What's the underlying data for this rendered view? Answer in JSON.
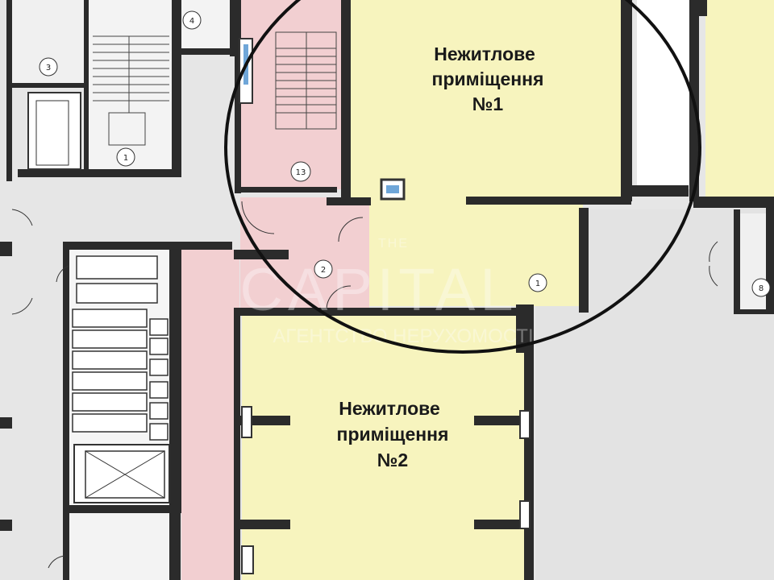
{
  "rooms": {
    "commercial_1": {
      "line1": "Нежитлове",
      "line2": "приміщення",
      "line3": "№1"
    },
    "commercial_2": {
      "line1": "Нежитлове",
      "line2": "приміщення",
      "line3": "№2"
    }
  },
  "room_numbers": {
    "n1_stair": "1",
    "n2_corridor": "2",
    "n3": "3",
    "n4": "4",
    "n8": "8",
    "n13": "13",
    "n1_unit": "1"
  },
  "watermark": {
    "line1": "THE",
    "line2": "CAPITAL",
    "line3": "АГЕНТСТВО НЕРУХОМОСТІ"
  },
  "colors": {
    "commercial_fill": "#f7f4be",
    "public_fill": "#f2cfd1",
    "corridor_fill": "#e6e6e6",
    "wall": "#2b2b2b",
    "highlight_circle": "#111111"
  }
}
